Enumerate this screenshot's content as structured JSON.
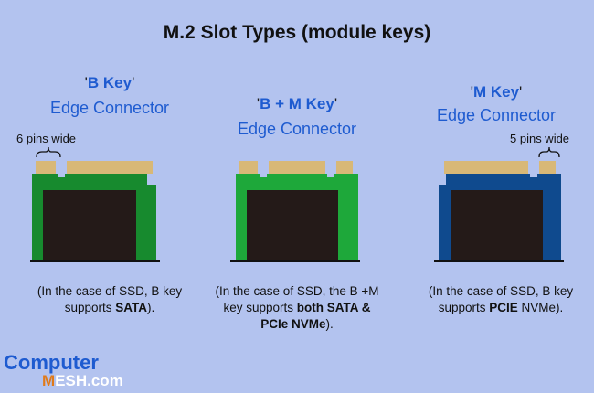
{
  "title": "M.2 Slot Types (module keys)",
  "columns": [
    {
      "quote_open": "'",
      "key_name": "B Key",
      "quote_close": "'",
      "edge": "Edge Connector",
      "pins_label": "6 pins wide",
      "card_color": "#178a2e",
      "desc_line1": "(In the case of SSD, B key",
      "desc_line2_pre": "supports ",
      "desc_line2_bold": "SATA",
      "desc_line2_post": ").",
      "desc_line3_bold": "",
      "desc_line3_post": ""
    },
    {
      "quote_open": "'",
      "key_name": "B + M Key",
      "quote_close": "'",
      "edge": "Edge Connector",
      "pins_label": "",
      "card_color": "#1ea83a",
      "desc_line1": "(In the case of SSD, the B +M",
      "desc_line2_pre": "key supports ",
      "desc_line2_bold": "both SATA &",
      "desc_line2_post": "",
      "desc_line3_bold": "PCIe NVMe",
      "desc_line3_post": ")."
    },
    {
      "quote_open": "'",
      "key_name": "M Key",
      "quote_close": "'",
      "edge": "Edge Connector",
      "pins_label": "5 pins wide",
      "card_color": "#0f4a8e",
      "desc_line1": "(In the case of SSD, B key",
      "desc_line2_pre": "supports ",
      "desc_line2_bold": "PCIE",
      "desc_line2_post": " NVMe).",
      "desc_line3_bold": "",
      "desc_line3_post": ""
    }
  ],
  "logo": {
    "line1": "Computer",
    "line2_highlight": "M",
    "line2_rest": "ESH.com"
  },
  "colors": {
    "background": "#b3c3ef",
    "accent_blue": "#1e5bd0",
    "chip": "#241a18",
    "gold_pins": "#d8b877"
  }
}
